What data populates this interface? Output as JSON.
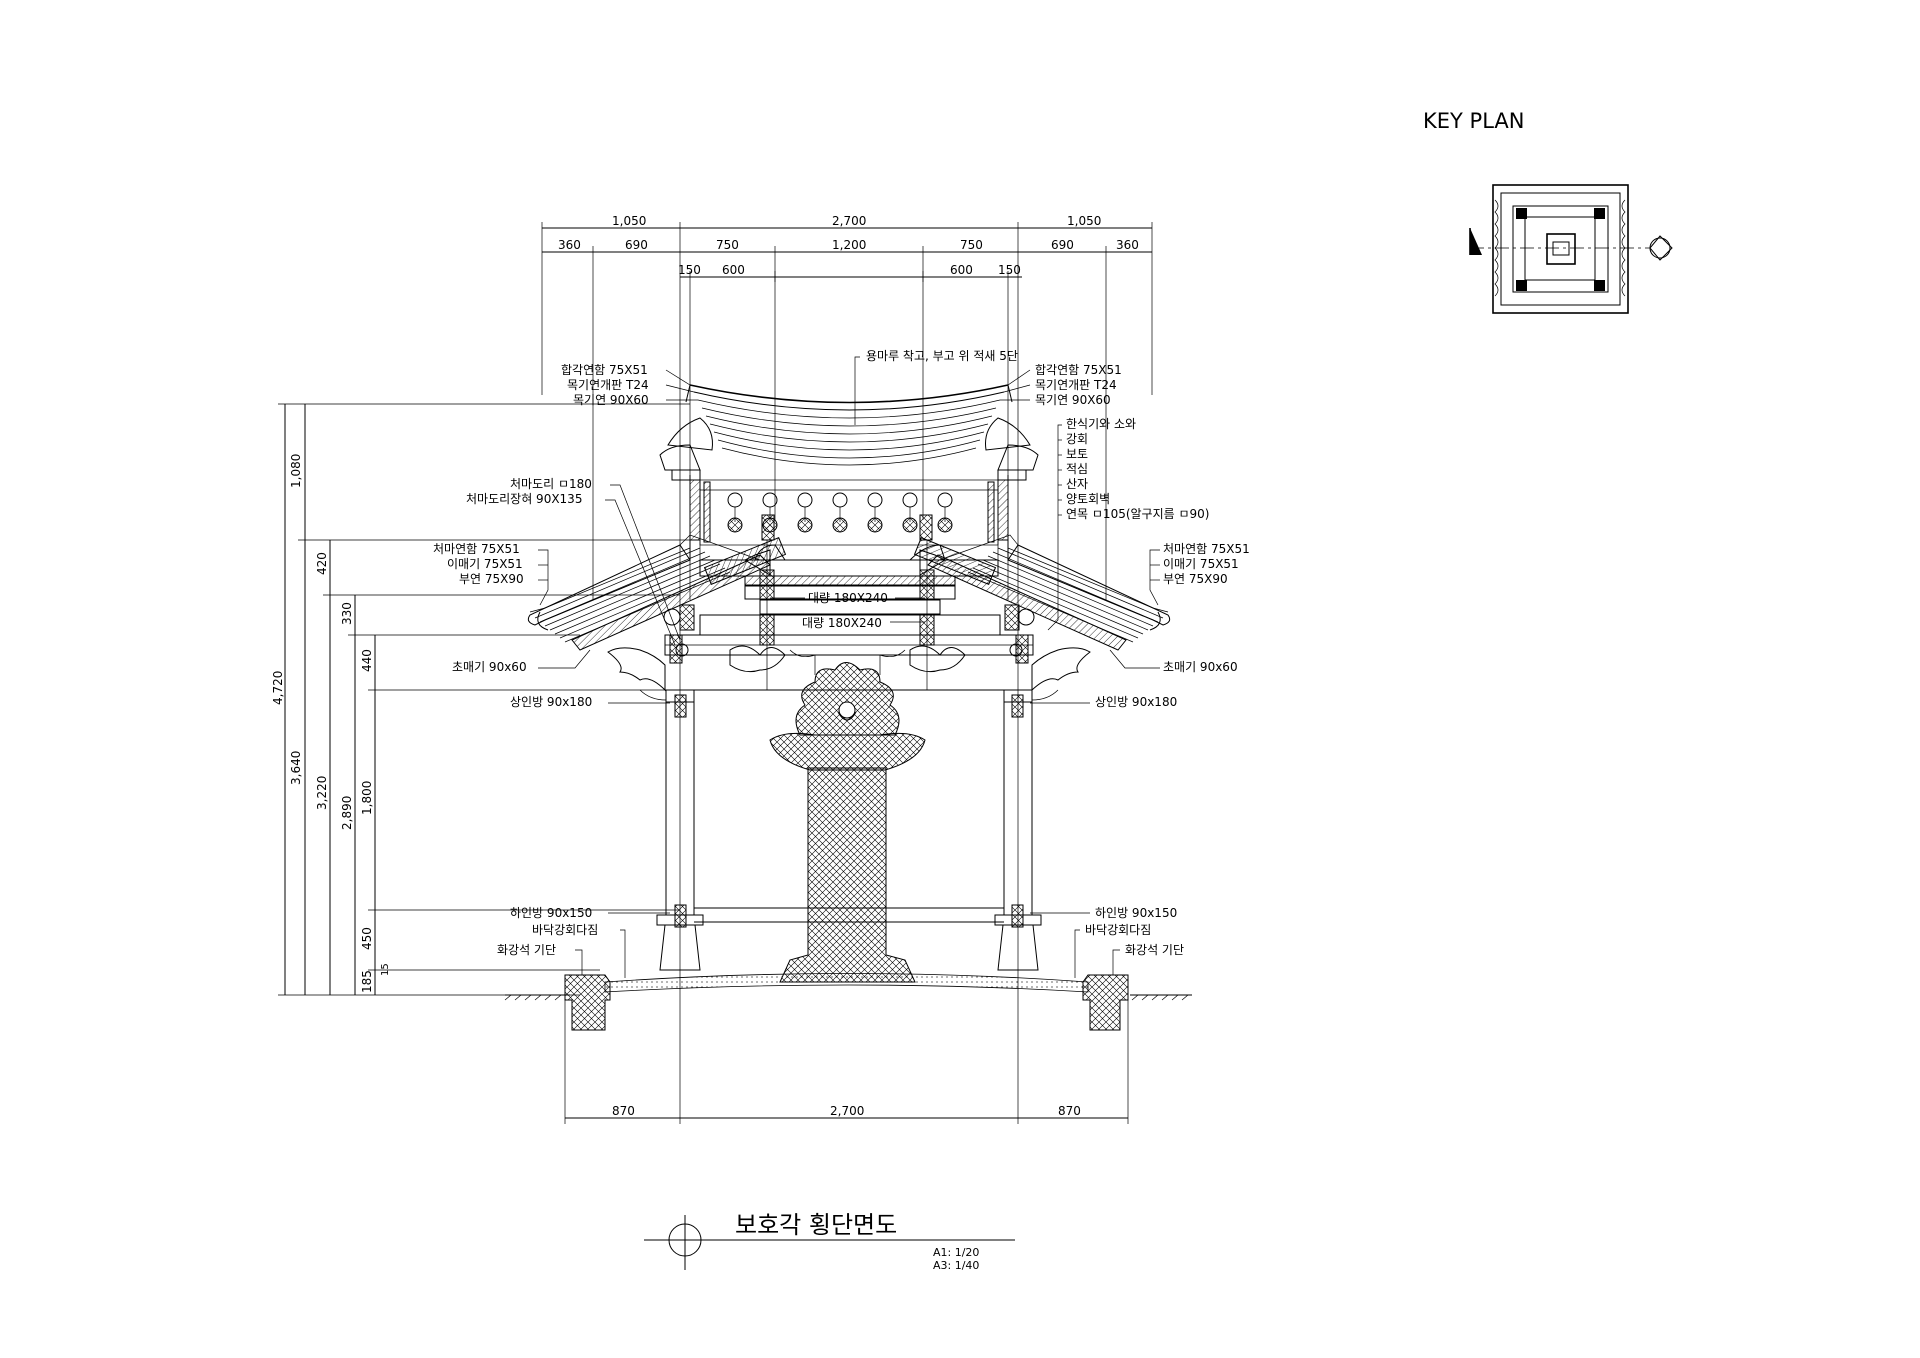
{
  "key_plan": {
    "title": "KEY PLAN"
  },
  "dims_top": {
    "row1": [
      "1,050",
      "2,700",
      "1,050"
    ],
    "row2": [
      "360",
      "690",
      "750",
      "1,200",
      "750",
      "690",
      "360"
    ],
    "row3": [
      "150",
      "600",
      "600",
      "150"
    ]
  },
  "dims_left": [
    "4,720",
    "1,080",
    "3,640",
    "420",
    "3,220",
    "330",
    "2,890",
    "440",
    "1,800",
    "450",
    "185",
    "15"
  ],
  "dims_bottom": [
    "870",
    "2,700",
    "870"
  ],
  "labels": {
    "ridge": "용마루 착고, 부고 위 적새 5단",
    "left_upper": [
      "합각연함 75X51",
      "목기연개판 T24",
      "목기연 90X60"
    ],
    "right_upper": [
      "합각연함 75X51",
      "목기연개판 T24",
      "목기연 90X60"
    ],
    "right_roof_layers": [
      "한식기와 소와",
      "강회",
      "보토",
      "적심",
      "산자",
      "양토회벽",
      "연목 ㅁ105(알구지름 ㅁ90)"
    ],
    "left_purlin": [
      "처마도리 ㅁ180",
      "처마도리장혀 90X135"
    ],
    "left_eave": [
      "처마연함 75X51",
      "이매기 75X51",
      "부연 75X90"
    ],
    "right_eave": [
      "처마연함 75X51",
      "이매기 75X51",
      "부연 75X90"
    ],
    "beam_upper": "대량 180X240",
    "beam_lower": "대량 180X240",
    "left_bracket": "초매기 90x60",
    "right_bracket": "초매기 90x60",
    "left_upper_tie": "상인방 90x180",
    "right_upper_tie": "상인방 90x180",
    "left_lower_tie": "하인방 90x150",
    "right_lower_tie": "하인방 90x150",
    "left_floor": "바닥강회다짐",
    "right_floor": "바닥강회다짐",
    "left_base": "화강석 기단",
    "right_base": "화강석 기단"
  },
  "title_block": {
    "title": "보호각 횡단면도",
    "scale_a1": "A1: 1/20",
    "scale_a3": "A3: 1/40"
  }
}
